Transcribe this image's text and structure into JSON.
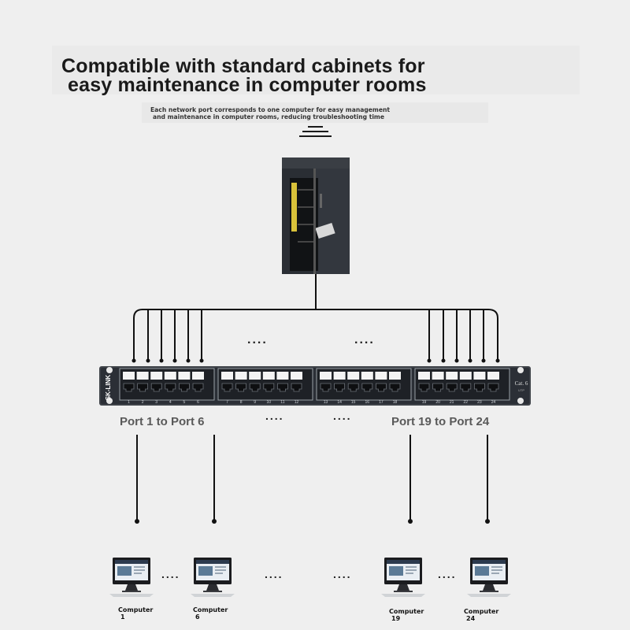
{
  "headline": {
    "line1": "Compatible with standard cabinets for",
    "line2": "easy maintenance in computer rooms"
  },
  "subheadline": {
    "line1": "Each network port corresponds to one computer for easy management",
    "line2": "and maintenance in computer rooms, reducing troubleshooting time"
  },
  "ellipsis": "....",
  "patch_panel": {
    "brand": "SK-LINK",
    "category": "Cat. 6",
    "category_sub": "UTP",
    "port_numbers": [
      "1",
      "2",
      "3",
      "4",
      "5",
      "6",
      "7",
      "8",
      "9",
      "10",
      "11",
      "12",
      "13",
      "14",
      "15",
      "16",
      "17",
      "18",
      "19",
      "20",
      "21",
      "22",
      "23",
      "24"
    ]
  },
  "port_groups": {
    "left_label": "Port 1 to Port 6",
    "right_label": "Port 19 to Port 24"
  },
  "computers": [
    {
      "label": "Computer",
      "number": "1"
    },
    {
      "label": "Computer",
      "number": "6"
    },
    {
      "label": "Computer",
      "number": "19"
    },
    {
      "label": "Computer",
      "number": "24"
    }
  ],
  "colors": {
    "background": "#efefef",
    "cabinet": "#262a30",
    "panel": "#2b2f36",
    "line": "#111111",
    "port_label": "#5a5a5a"
  }
}
